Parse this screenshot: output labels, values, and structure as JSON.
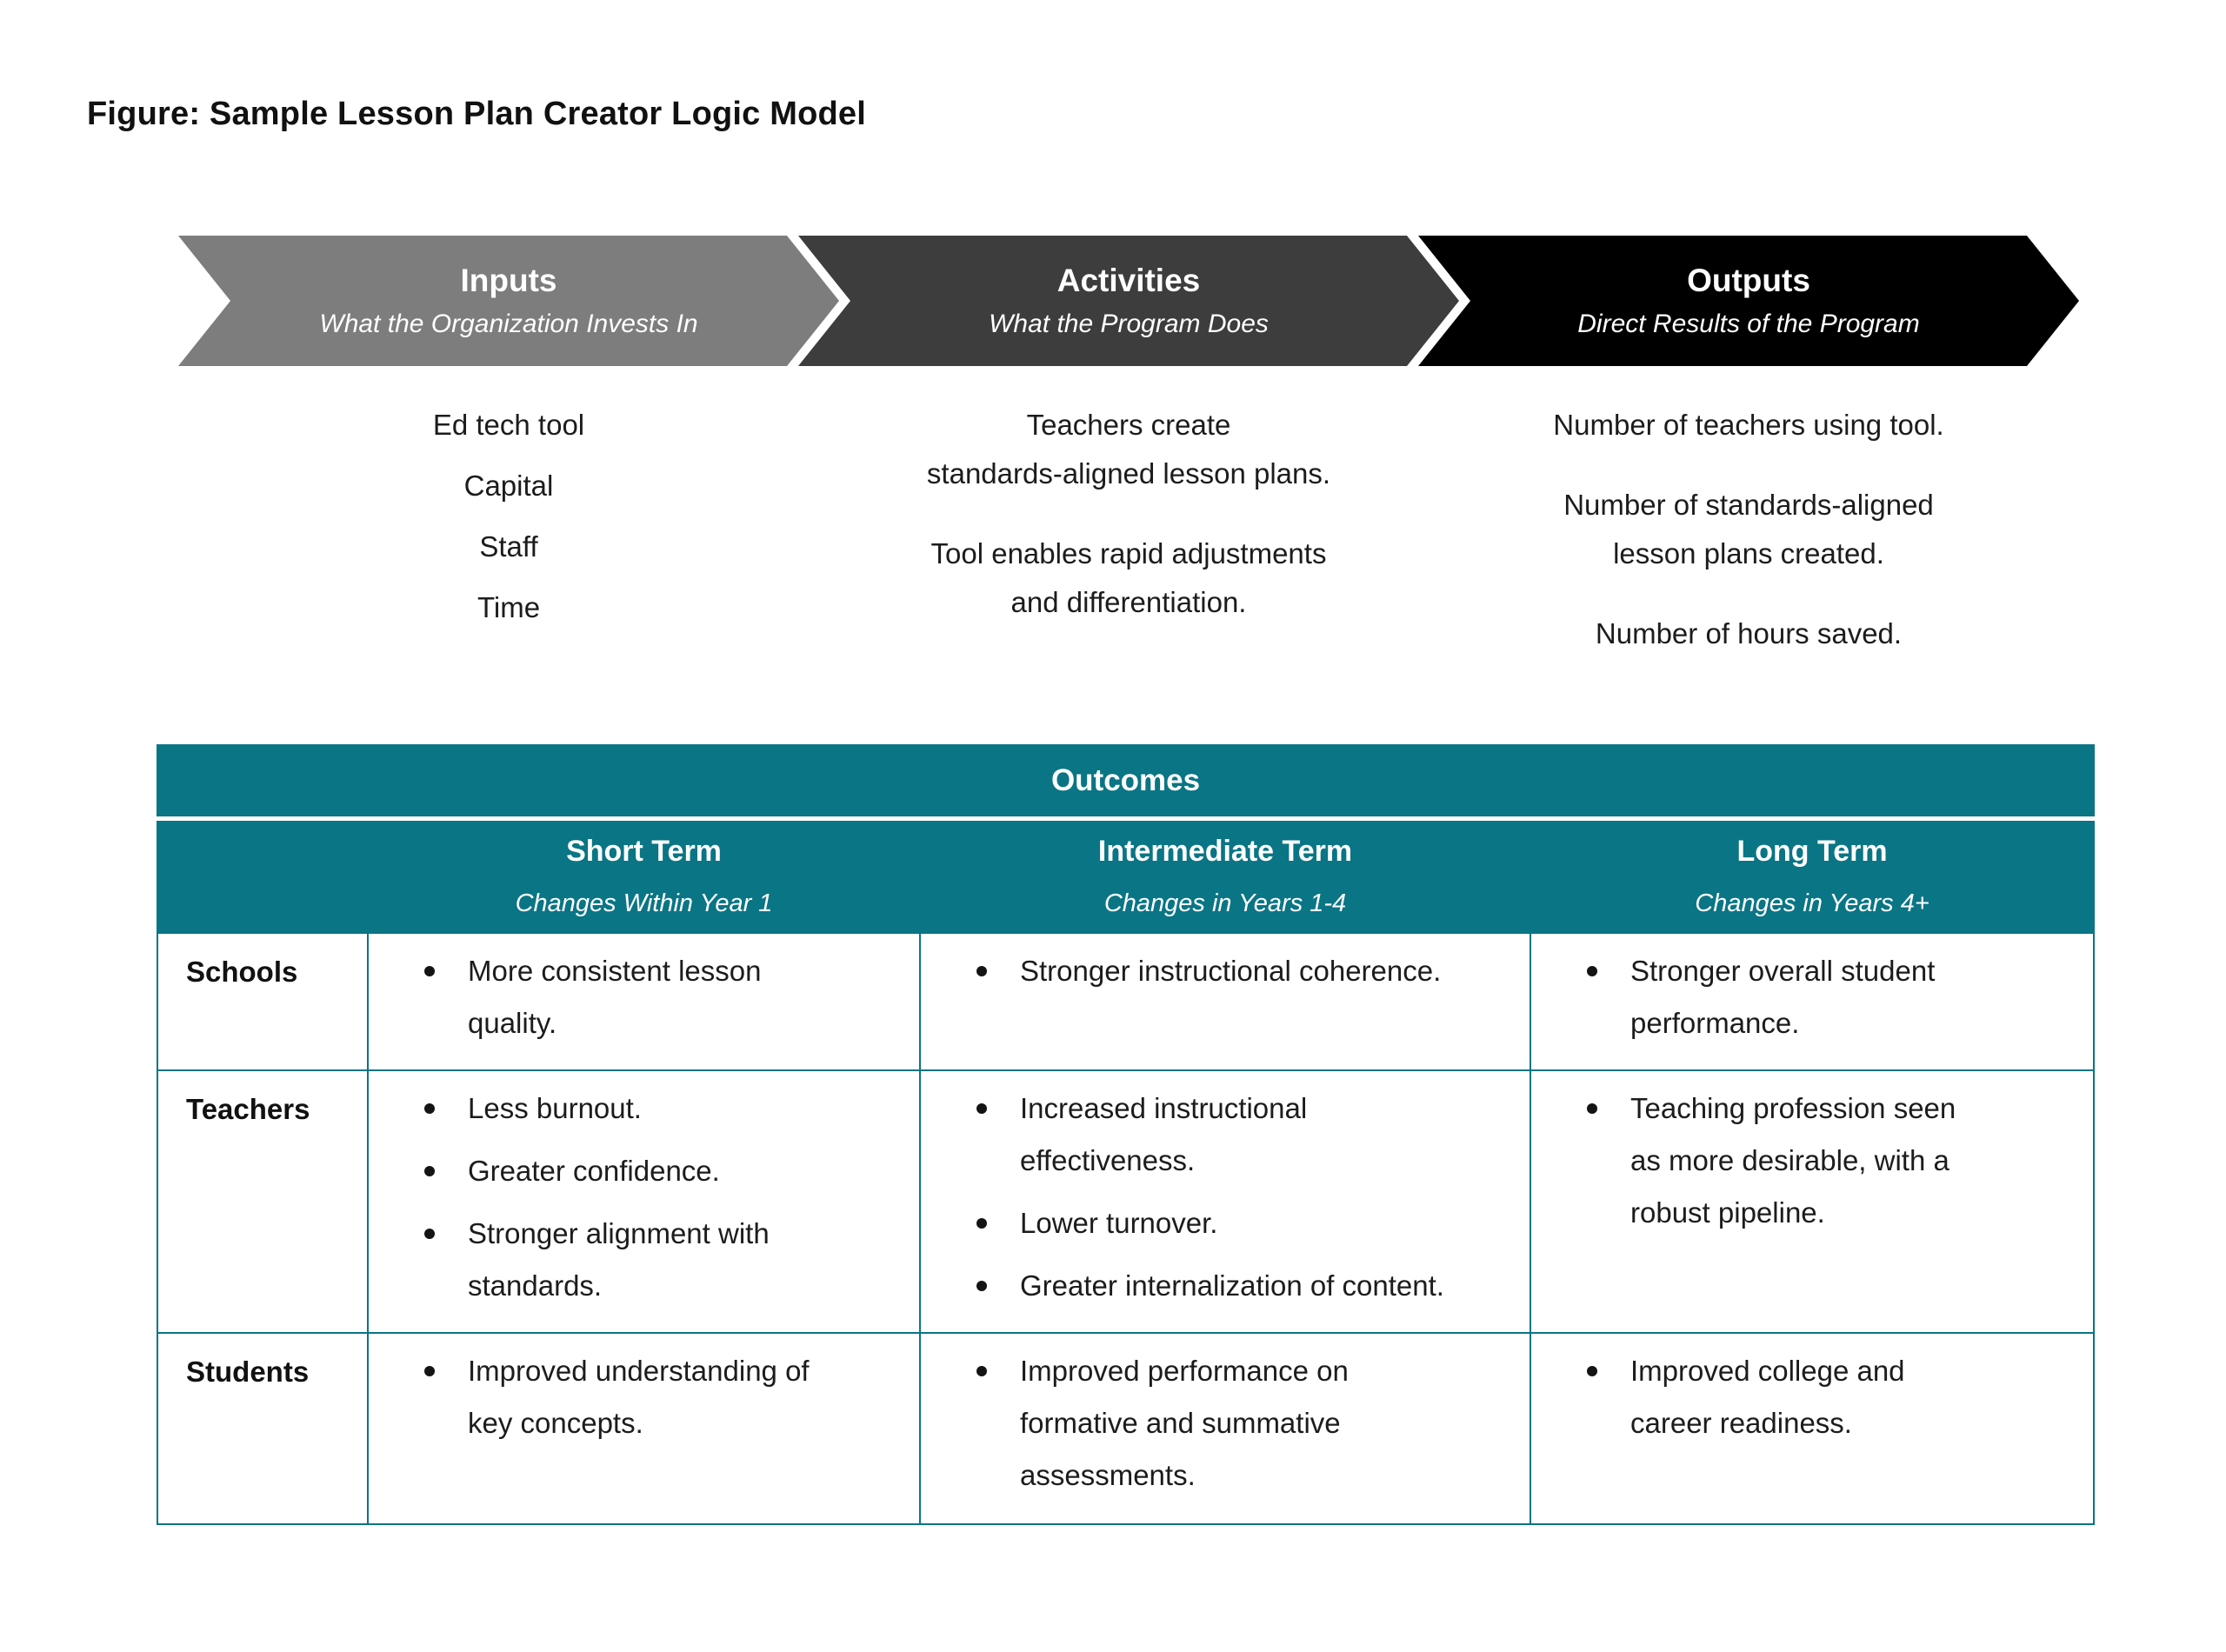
{
  "figure_title": "Figure: Sample Lesson Plan Creator Logic Model",
  "flow": {
    "stages": [
      {
        "label": "Inputs",
        "sublabel": "What the Organization Invests In",
        "color": "#7d7d7d",
        "paragraphs": [
          [
            "Ed tech tool"
          ],
          [
            "Capital"
          ],
          [
            "Staff"
          ],
          [
            "Time"
          ]
        ]
      },
      {
        "label": "Activities",
        "sublabel": "What the Program Does",
        "color": "#3d3d3d",
        "paragraphs": [
          [
            "Teachers create",
            "standards-aligned lesson plans."
          ],
          [
            "Tool enables rapid adjustments",
            "and differentiation."
          ]
        ]
      },
      {
        "label": "Outputs",
        "sublabel": "Direct Results of the Program",
        "color": "#000000",
        "paragraphs": [
          [
            "Number of teachers using tool."
          ],
          [
            "Number of standards-aligned",
            "lesson plans created."
          ],
          [
            "Number of hours saved."
          ]
        ]
      }
    ]
  },
  "outcomes_table": {
    "title": "Outcomes",
    "accent_color": "#0a7585",
    "columns": [
      {
        "label": "Short Term",
        "sublabel": "Changes Within Year 1"
      },
      {
        "label": "Intermediate Term",
        "sublabel": "Changes in Years 1-4"
      },
      {
        "label": "Long Term",
        "sublabel": "Changes in Years 4+"
      }
    ],
    "rows": [
      {
        "label": "Schools",
        "cells": [
          {
            "items": [
              [
                "More consistent lesson",
                "quality."
              ]
            ]
          },
          {
            "items": [
              [
                "Stronger instructional coherence."
              ]
            ]
          },
          {
            "items": [
              [
                "Stronger overall student",
                "performance."
              ]
            ]
          }
        ]
      },
      {
        "label": "Teachers",
        "cells": [
          {
            "items": [
              [
                "Less burnout."
              ],
              [
                "Greater confidence."
              ],
              [
                "Stronger alignment with",
                "standards."
              ]
            ]
          },
          {
            "items": [
              [
                "Increased instructional",
                "effectiveness."
              ],
              [
                "Lower turnover."
              ],
              [
                "Greater internalization of content."
              ]
            ]
          },
          {
            "items": [
              [
                "Teaching profession seen",
                "as more desirable, with a",
                "robust pipeline."
              ]
            ]
          }
        ]
      },
      {
        "label": "Students",
        "cells": [
          {
            "items": [
              [
                "Improved understanding of",
                "key concepts."
              ]
            ]
          },
          {
            "items": [
              [
                "Improved performance on",
                "formative and summative",
                "assessments."
              ]
            ]
          },
          {
            "items": [
              [
                "Improved college and",
                "career readiness."
              ]
            ]
          }
        ]
      }
    ]
  }
}
